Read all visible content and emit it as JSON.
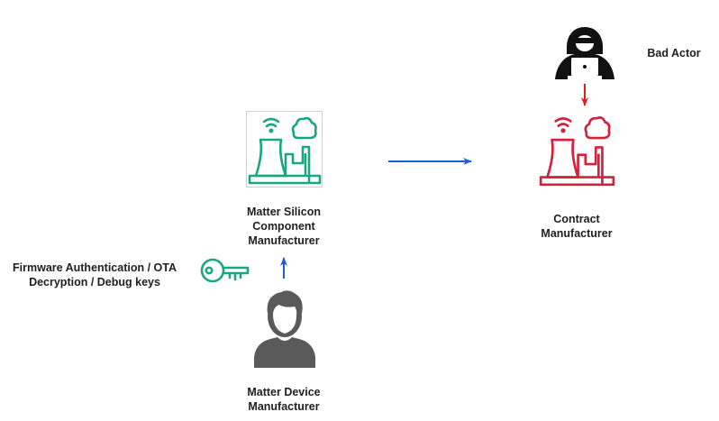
{
  "labels": {
    "bad_actor": "Bad Actor",
    "silicon_manufacturer": [
      "Matter Silicon",
      "Component",
      "Manufacturer"
    ],
    "contract_manufacturer": [
      "Contract",
      "Manufacturer"
    ],
    "keys": [
      "Firmware Authentication / OTA",
      "Decryption / Debug keys"
    ],
    "device_manufacturer": [
      "Matter Device",
      "Manufacturer"
    ]
  },
  "icons": {
    "silicon_factory": "factory-icon",
    "contract_factory": "factory-icon",
    "bad_actor": "hacker-icon",
    "key": "key-icon",
    "device_manufacturer": "person-icon"
  },
  "colors": {
    "silicon_factory": "#1aa583",
    "contract_factory": "#d4213d",
    "flow_arrow": "#1a5fd6",
    "attack_arrow": "#e21b1b",
    "key": "#1aa583",
    "person": "#5a5a5a",
    "hacker": "#111111"
  }
}
